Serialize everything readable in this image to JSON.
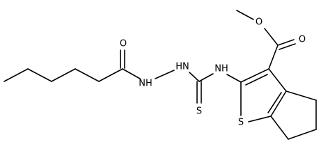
{
  "molecule": {
    "atoms": {
      "O_ester": "O",
      "O_carbonyl": "O",
      "O_amide": "O",
      "NH_1": "NH",
      "NH_2": "HN",
      "NH_3": "NH",
      "S_thione": "S",
      "S_ring": "S"
    }
  },
  "colors": {
    "bond": "#000000",
    "label": "#000000",
    "background": "#ffffff"
  }
}
